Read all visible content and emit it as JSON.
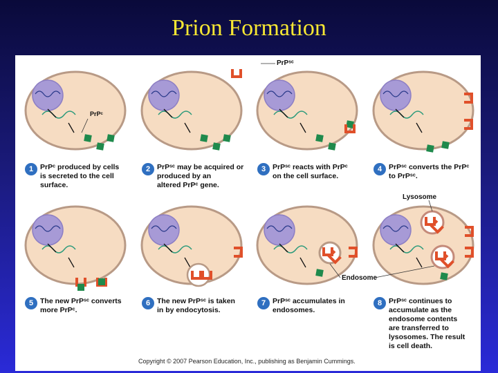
{
  "title": "Prion Formation",
  "labels": {
    "prpsc_top": "PrPˢᶜ",
    "prpc": "PrPᶜ",
    "lysosome": "Lysosome",
    "endosome": "Endosome"
  },
  "steps": [
    {
      "num": "1",
      "text": "PrPᶜ produced by cells\nis secreted to the cell\nsurface."
    },
    {
      "num": "2",
      "text": "PrPˢᶜ may be acquired or\nproduced by an\naltered PrPᶜ gene."
    },
    {
      "num": "3",
      "text": "PrPˢᶜ reacts with PrPᶜ\non the cell surface."
    },
    {
      "num": "4",
      "text": "PrPˢᶜ converts the PrPᶜ\nto PrPˢᶜ."
    },
    {
      "num": "5",
      "text": "The new PrPˢᶜ converts\nmore PrPᶜ."
    },
    {
      "num": "6",
      "text": "The new PrPˢᶜ is taken\nin by endocytosis."
    },
    {
      "num": "7",
      "text": "PrPˢᶜ accumulates in\nendosomes."
    },
    {
      "num": "8",
      "text": "PrPˢᶜ continues to\naccumulate as the\nendosome contents\nare transferred to\nlysosomes. The result\nis cell death."
    }
  ],
  "copyright": "Copyright © 2007 Pearson Education, Inc., publishing as Benjamin Cummings.",
  "colors": {
    "cell_fill": "#f6dcc2",
    "cell_stroke": "#b89a86",
    "nucleus": "#a79ad6",
    "prpc": "#1f8a4c",
    "prpsc": "#e0502a"
  }
}
